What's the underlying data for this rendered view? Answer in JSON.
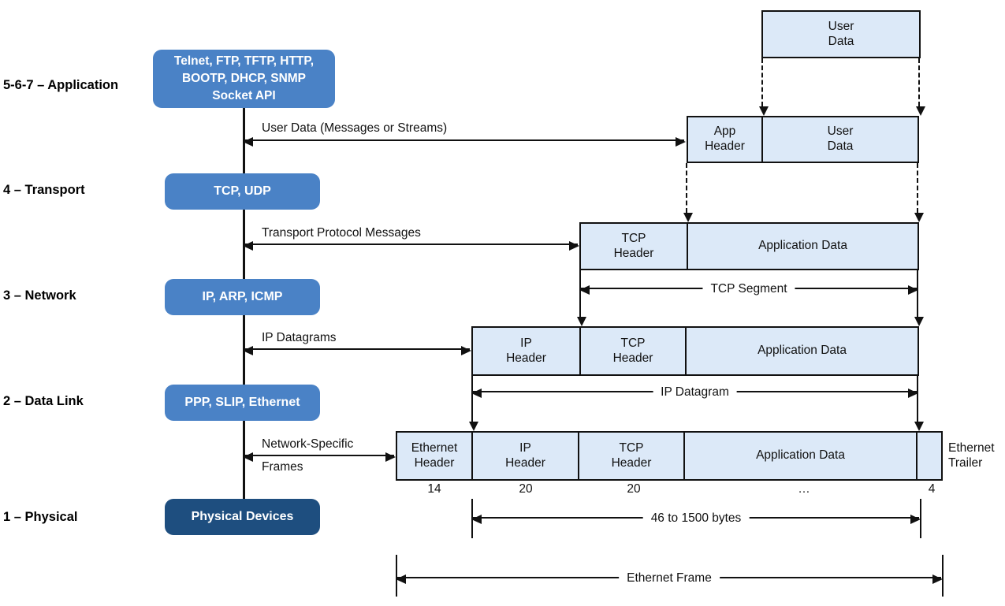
{
  "layers": [
    {
      "label": "5-6-7 – Application",
      "protocols": "Telnet, FTP, TFTP, HTTP,\nBOOTP, DHCP, SNMP\nSocket API"
    },
    {
      "label": "4 – Transport",
      "protocols": "TCP, UDP"
    },
    {
      "label": "3 – Network",
      "protocols": "IP, ARP, ICMP"
    },
    {
      "label": "2 – Data Link",
      "protocols": "PPP, SLIP, Ethernet"
    },
    {
      "label": "1 – Physical",
      "protocols": "Physical Devices"
    }
  ],
  "flow_arrows": [
    {
      "label": "User Data (Messages or Streams)"
    },
    {
      "label": "Transport Protocol Messages"
    },
    {
      "label": "IP Datagrams"
    },
    {
      "label_top": "Network-Specific",
      "label_bottom": "Frames"
    }
  ],
  "encapsulation": {
    "rows": [
      {
        "cells": [
          {
            "label": "User\nData"
          }
        ]
      },
      {
        "cells": [
          {
            "label": "App\nHeader"
          },
          {
            "label": "User\nData"
          }
        ]
      },
      {
        "cells": [
          {
            "label": "TCP\nHeader"
          },
          {
            "label": "Application Data"
          }
        ]
      },
      {
        "cells": [
          {
            "label": "IP\nHeader"
          },
          {
            "label": "TCP\nHeader"
          },
          {
            "label": "Application Data"
          }
        ]
      },
      {
        "cells": [
          {
            "label": "Ethernet\nHeader"
          },
          {
            "label": "IP\nHeader"
          },
          {
            "label": "TCP\nHeader"
          },
          {
            "label": "Application Data"
          },
          {
            "label": ""
          }
        ]
      }
    ],
    "trailer_label": "Ethernet\nTrailer",
    "byte_sizes": [
      "14",
      "20",
      "20",
      "…",
      "4"
    ],
    "measures": [
      {
        "label": "TCP Segment"
      },
      {
        "label": "IP Datagram"
      },
      {
        "label": "46 to 1500 bytes"
      },
      {
        "label": "Ethernet Frame"
      }
    ]
  },
  "colors": {
    "protocol_box": "#4a82c6",
    "physical_box": "#1e4e7f",
    "data_cell": "#dce9f8",
    "line": "#111111"
  }
}
